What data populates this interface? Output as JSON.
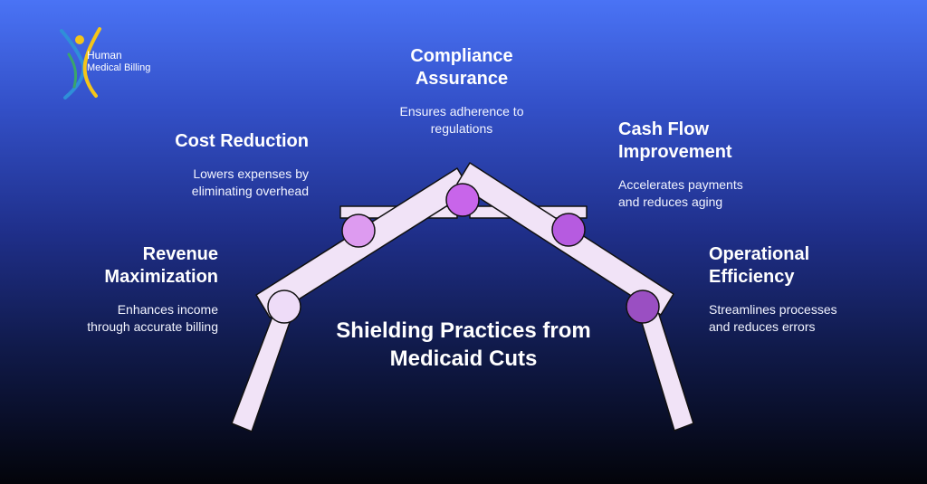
{
  "brand": {
    "name_line1": "Human",
    "name_line2": "Medical Billing",
    "colors": {
      "figure_blue": "#2f8fd8",
      "figure_yellow": "#f5c518",
      "figure_green": "#3aa56b"
    }
  },
  "title": "Shielding Practices from Medicaid Cuts",
  "colors": {
    "background_top": "#4a73f5",
    "background_bottom": "#03040a",
    "arch_fill": "#f1e3f7",
    "arch_stroke": "#111111",
    "node_colors": [
      "#eedcf8",
      "#dd9bf0",
      "#c865ea",
      "#b65be0",
      "#9a4fc2"
    ]
  },
  "items": [
    {
      "id": "revenue",
      "title_line1": "Revenue",
      "title_line2": "Maximization",
      "desc_line1": "Enhances income",
      "desc_line2": "through accurate billing"
    },
    {
      "id": "cost",
      "title_line1": "Cost Reduction",
      "title_line2": "",
      "desc_line1": "Lowers expenses by",
      "desc_line2": "eliminating overhead"
    },
    {
      "id": "compliance",
      "title_line1": "Compliance",
      "title_line2": "Assurance",
      "desc_line1": "Ensures adherence to",
      "desc_line2": "regulations"
    },
    {
      "id": "cashflow",
      "title_line1": "Cash Flow",
      "title_line2": "Improvement",
      "desc_line1": "Accelerates payments",
      "desc_line2": "and reduces aging"
    },
    {
      "id": "operational",
      "title_line1": "Operational",
      "title_line2": "Efficiency",
      "desc_line1": "Streamlines processes",
      "desc_line2": "and reduces errors"
    }
  ]
}
